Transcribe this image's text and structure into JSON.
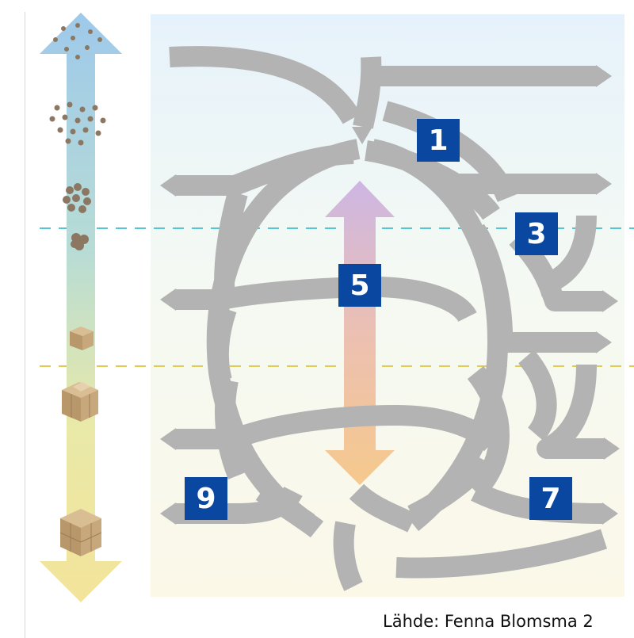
{
  "labels": {
    "box1": "1",
    "box3": "3",
    "box5": "5",
    "box7": "7",
    "box9": "9"
  },
  "source": "Lähde: Fenna Blomsma 2",
  "colors": {
    "box": "#0a47a0",
    "arrow_gray": "#b3b3b3",
    "line_cyan": "#55c4d4",
    "line_yellow": "#e0cc55",
    "scale_top": "#9ec9ea",
    "scale_bottom": "#f3e49a",
    "center_top": "#cdb6e3",
    "center_bottom": "#f6c98d"
  },
  "icons": {
    "scale_levels": [
      "particles-icon",
      "particles-icon",
      "particle-cluster-icon",
      "small-clump-icon",
      "small-cube-icon",
      "cube-assembly-icon",
      "large-cube-icon"
    ]
  }
}
